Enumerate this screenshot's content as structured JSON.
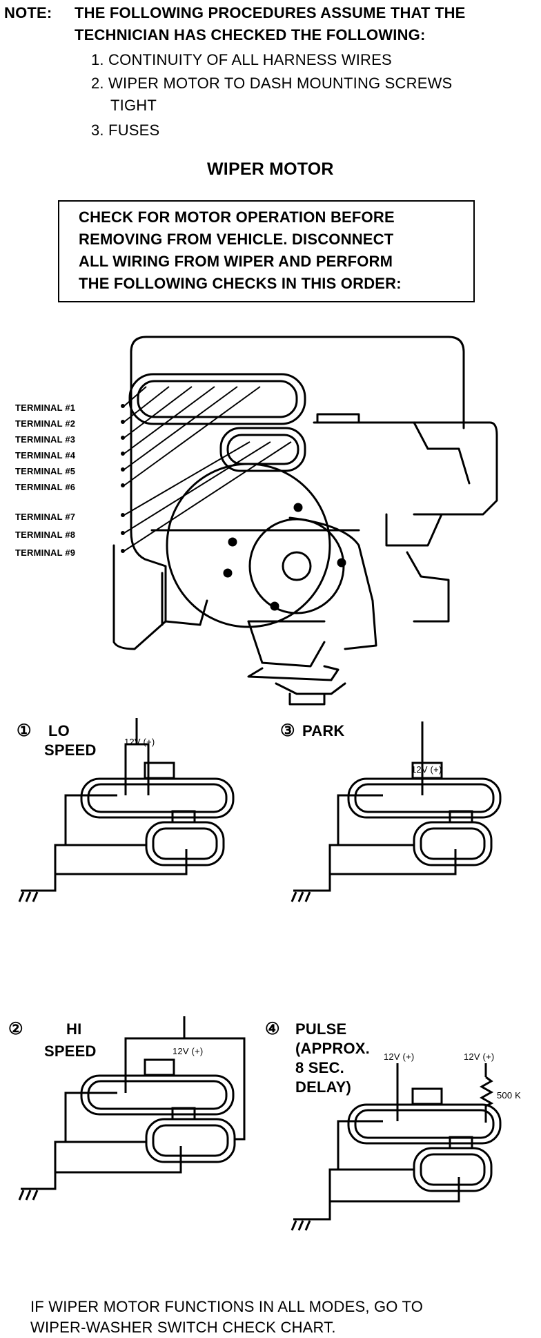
{
  "note": {
    "label": "NOTE:",
    "line1": "THE FOLLOWING PROCEDURES ASSUME THAT THE",
    "line2": "TECHNICIAN HAS CHECKED THE FOLLOWING:",
    "items": [
      "1. CONTINUITY OF ALL HARNESS WIRES",
      "2. WIPER MOTOR TO DASH MOUNTING SCREWS",
      "TIGHT",
      "3. FUSES"
    ]
  },
  "title": "WIPER MOTOR",
  "check_box": {
    "lines": [
      "CHECK FOR MOTOR OPERATION BEFORE",
      "REMOVING FROM VEHICLE. DISCONNECT",
      "ALL WIRING FROM WIPER AND PERFORM",
      "THE FOLLOWING CHECKS IN THIS ORDER:"
    ]
  },
  "terminals": [
    "TERMINAL #1",
    "TERMINAL #2",
    "TERMINAL #3",
    "TERMINAL #4",
    "TERMINAL #5",
    "TERMINAL #6",
    "TERMINAL #7",
    "TERMINAL #8",
    "TERMINAL #9"
  ],
  "checks": {
    "lo": {
      "num": "1",
      "line1": "LO",
      "line2": "SPEED",
      "voltage": "12V (+)"
    },
    "park": {
      "num": "3",
      "line1": "PARK",
      "voltage": "12V (+)"
    },
    "hi": {
      "num": "2",
      "line1": "HI",
      "line2": "SPEED",
      "voltage": "12V (+)"
    },
    "pulse": {
      "num": "4",
      "line1": "PULSE",
      "line2": "(APPROX.",
      "line3": "8 SEC.",
      "line4": "DELAY)",
      "voltage1": "12V (+)",
      "voltage2": "12V (+)",
      "resistor": "500 K"
    }
  },
  "footer": {
    "line1": "IF WIPER MOTOR FUNCTIONS IN ALL MODES, GO TO",
    "line2": "WIPER-WASHER SWITCH CHECK CHART."
  }
}
